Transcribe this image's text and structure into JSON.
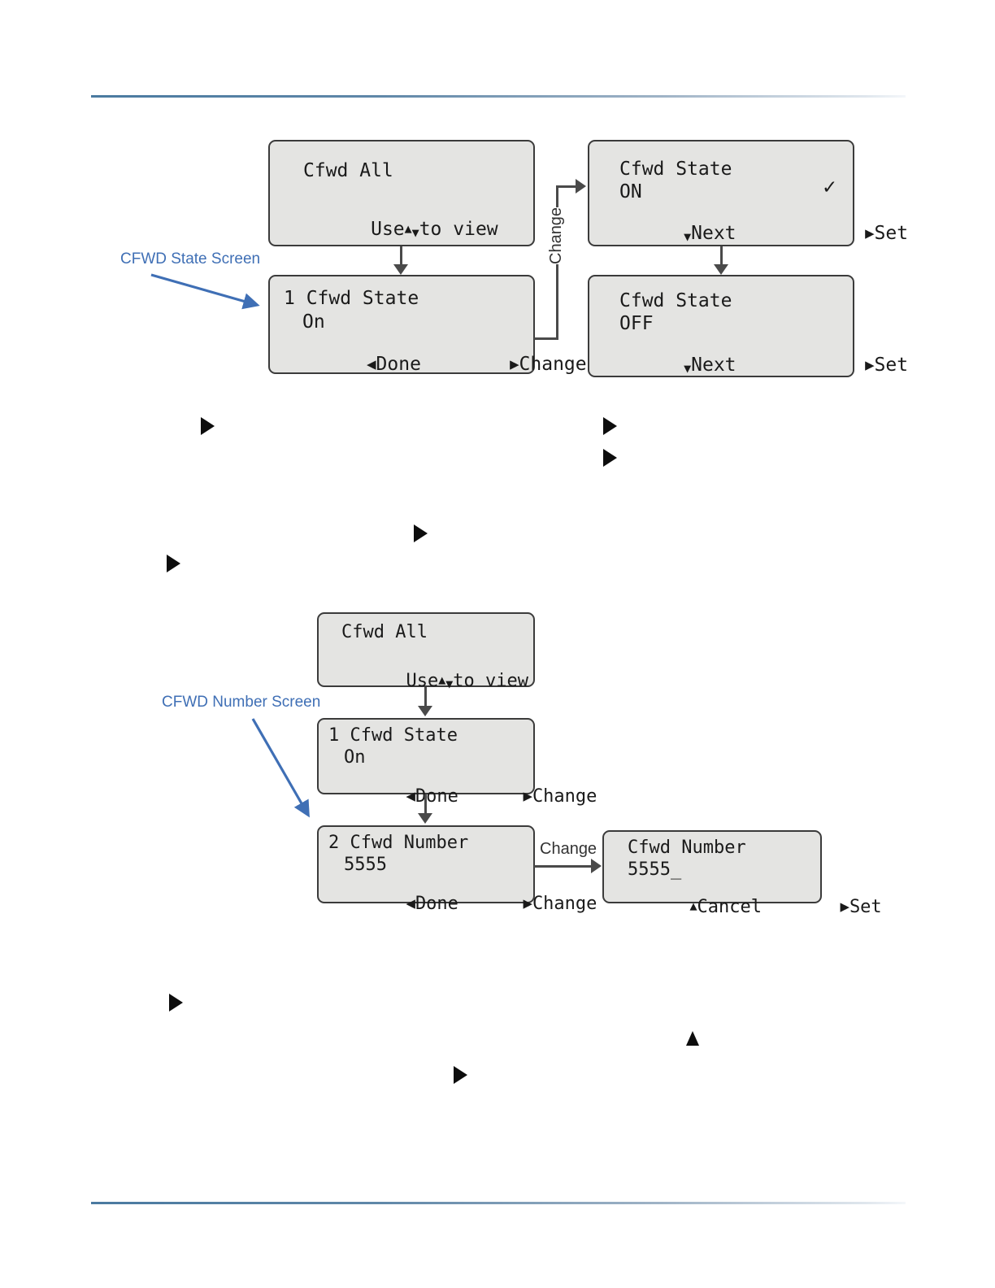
{
  "page": {
    "background_color": "#ffffff",
    "rule_color": "#4a7aa0",
    "screen_fill": "#e4e4e2",
    "screen_border": "#3b3b3b",
    "callout_color": "#3f6fb5"
  },
  "diagram_top": {
    "callout": {
      "label": "CFWD State Screen"
    },
    "connector_label": "Change",
    "screens": [
      {
        "id": "cfwd-all-top",
        "line1": "Cfwd All",
        "line2_prefix": "Use",
        "line2_up": "▲",
        "line2_down": "▼",
        "line2_suffix": "to view"
      },
      {
        "id": "cfwd-state-menu-top",
        "line1": "1 Cfwd State",
        "line2": "On",
        "softkey_left_icon": "◀",
        "softkey_left": "Done",
        "softkey_right_icon": "▶",
        "softkey_right": "Change"
      },
      {
        "id": "cfwd-state-on",
        "line1": "Cfwd State",
        "line2": "ON",
        "check": "✓",
        "softkey_left_icon": "▼",
        "softkey_left": "Next",
        "softkey_right_icon": "▶",
        "softkey_right": "Set"
      },
      {
        "id": "cfwd-state-off",
        "line1": "Cfwd State",
        "line2": "OFF",
        "softkey_left_icon": "▼",
        "softkey_left": "Next",
        "softkey_right_icon": "▶",
        "softkey_right": "Set"
      }
    ]
  },
  "diagram_bottom": {
    "callout": {
      "label": "CFWD Number Screen"
    },
    "connector_label": "Change",
    "screens": [
      {
        "id": "cfwd-all-bottom",
        "line1": "Cfwd All",
        "line2_prefix": "Use",
        "line2_up": "▲",
        "line2_down": "▼",
        "line2_suffix": "to view"
      },
      {
        "id": "cfwd-state-menu-bottom",
        "line1": "1 Cfwd State",
        "line2": "On",
        "softkey_left_icon": "◀",
        "softkey_left": "Done",
        "softkey_right_icon": "▶",
        "softkey_right": "Change"
      },
      {
        "id": "cfwd-number-menu",
        "line1": "2 Cfwd Number",
        "line2": "5555",
        "softkey_left_icon": "◀",
        "softkey_left": "Done",
        "softkey_right_icon": "▶",
        "softkey_right": "Change"
      },
      {
        "id": "cfwd-number-edit",
        "line1": "Cfwd Number",
        "line2": "5555_",
        "softkey_left_icon": "▲",
        "softkey_left": "Cancel",
        "softkey_right_icon": "▶",
        "softkey_right": "Set"
      }
    ]
  }
}
